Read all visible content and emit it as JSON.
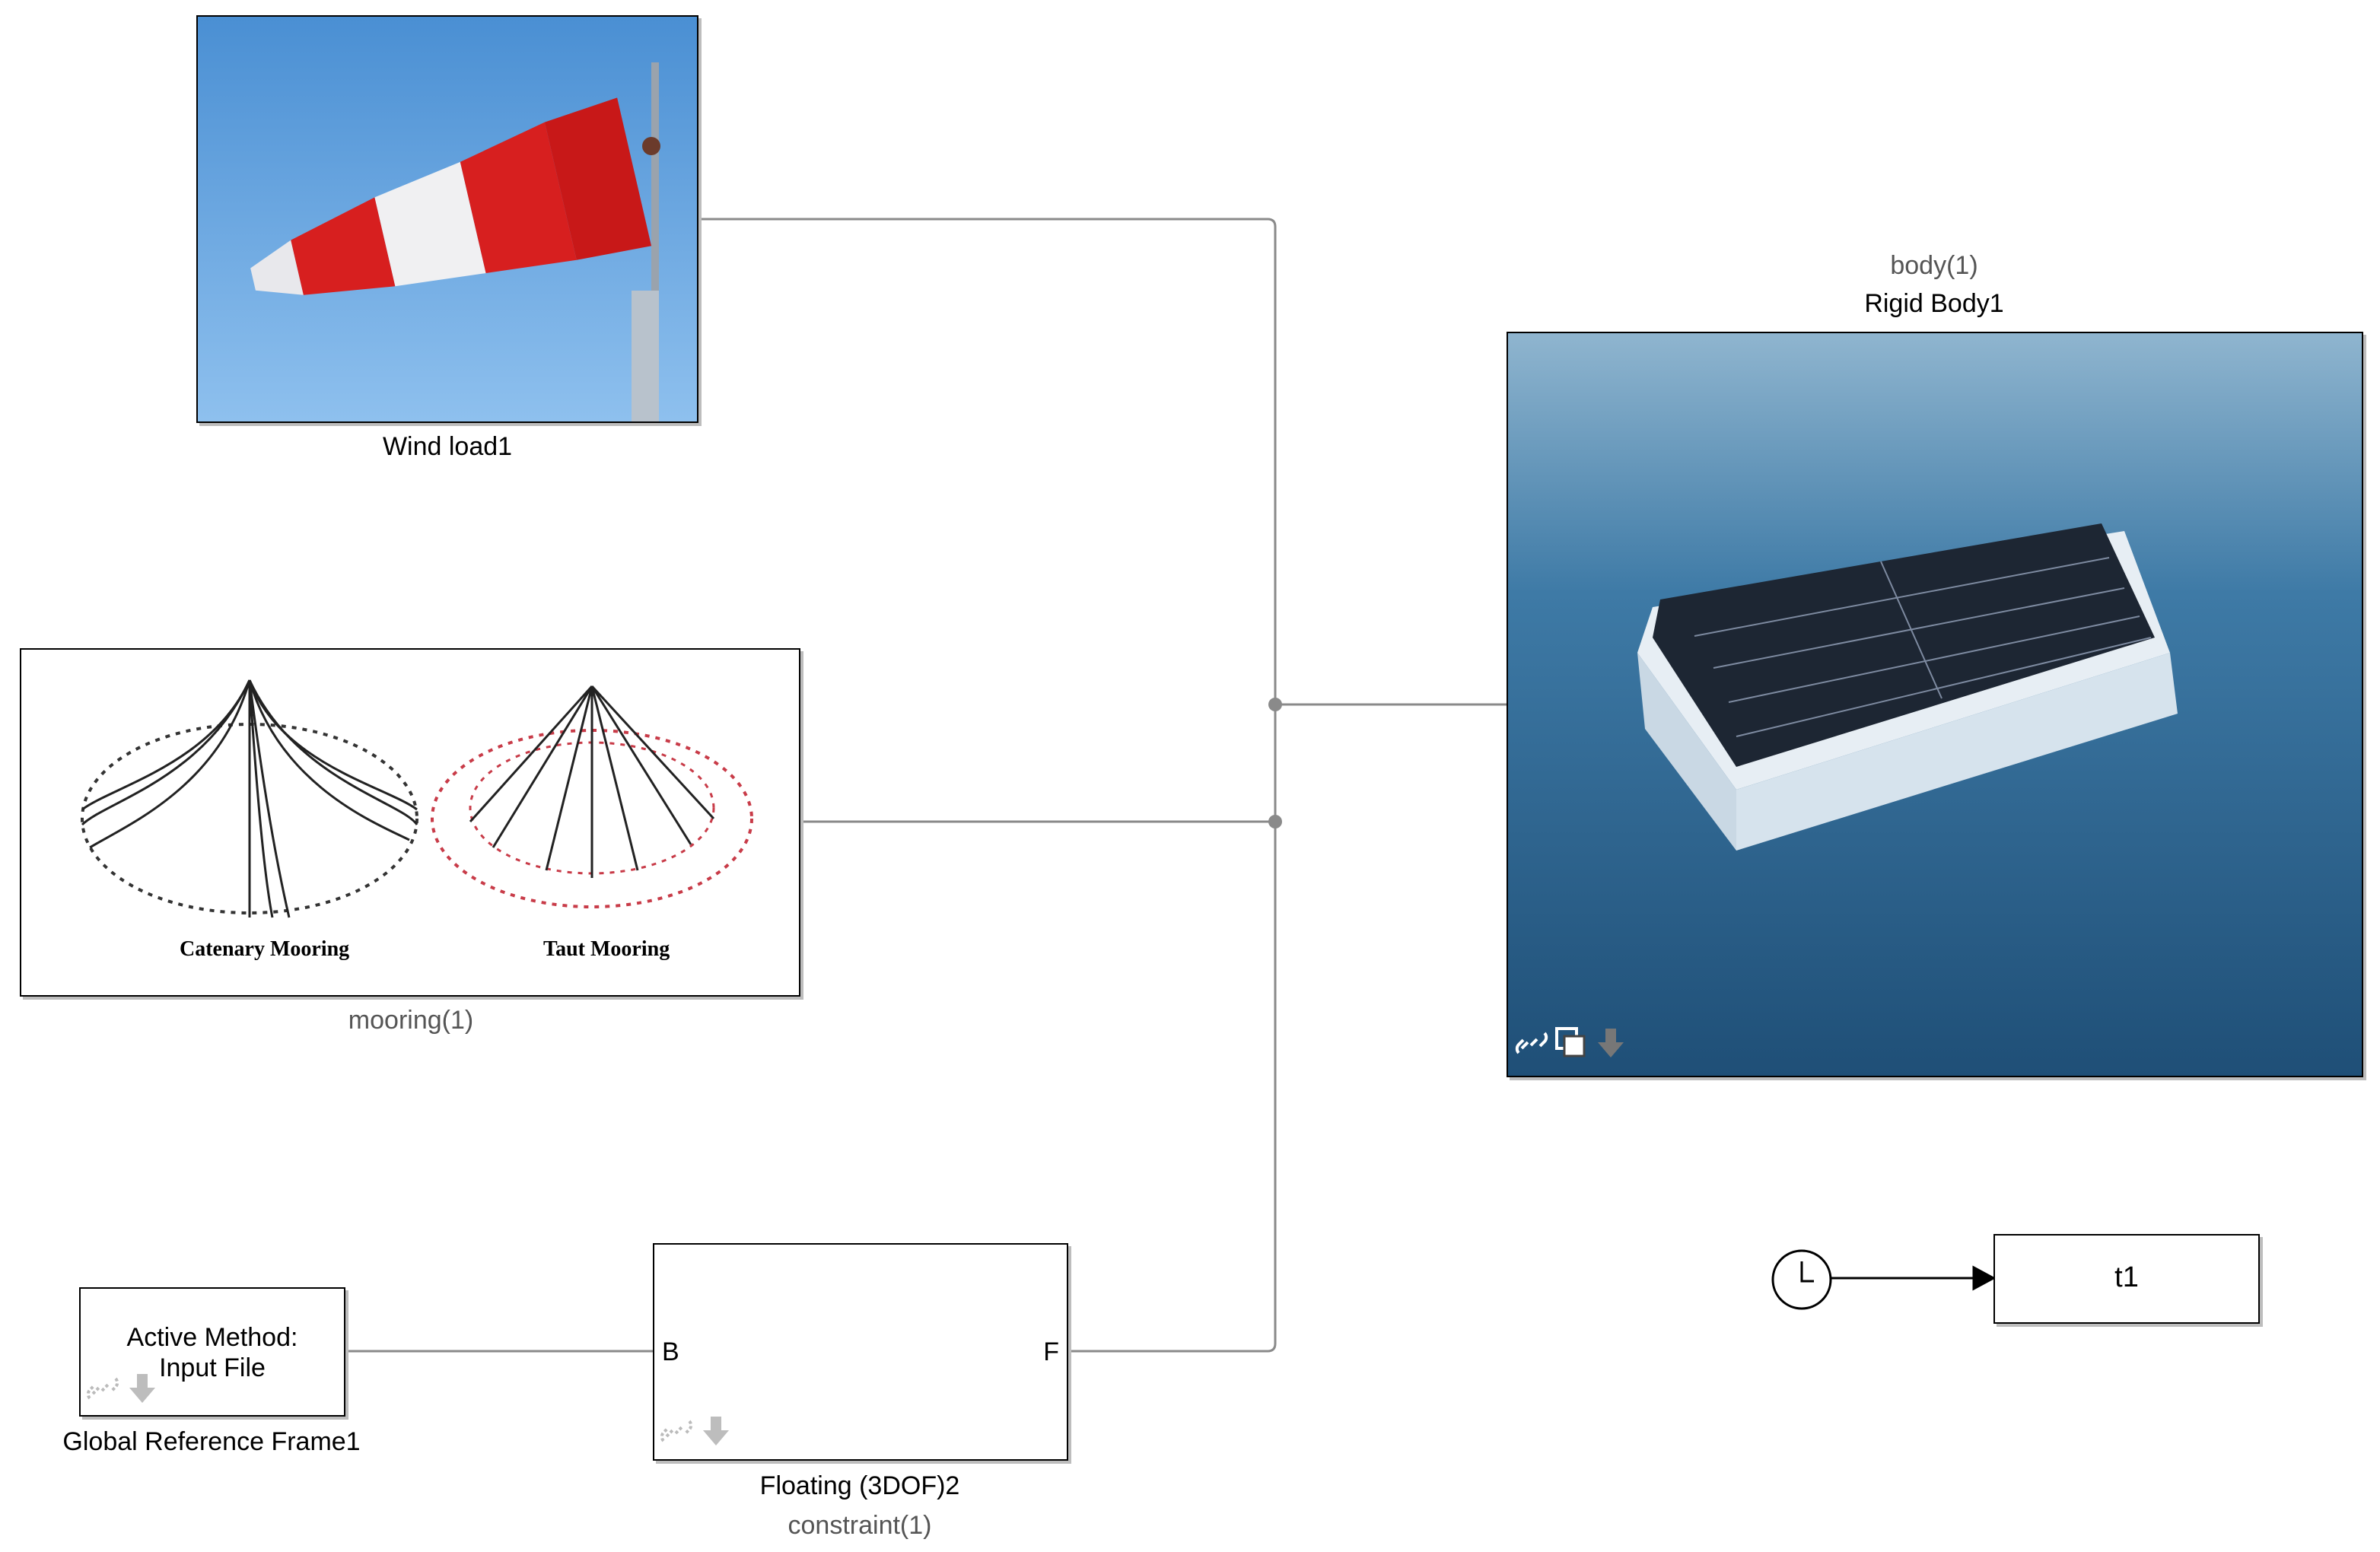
{
  "blocks": {
    "wind": {
      "label": "Wind load1"
    },
    "mooring": {
      "label": "mooring(1)",
      "caption_left": "Catenary Mooring",
      "caption_right": "Taut Mooring"
    },
    "rigid_body": {
      "label_top": "body(1)",
      "label": "Rigid Body1"
    },
    "global_frame": {
      "text_line1": "Active Method:",
      "text_line2": "Input File",
      "label": "Global Reference Frame1"
    },
    "floating": {
      "port_b": "B",
      "port_f": "F",
      "label": "Floating (3DOF)2",
      "label_bottom": "constraint(1)"
    },
    "display": {
      "text": "t1"
    }
  },
  "icons": [
    "broken-link-icon",
    "download-arrow-icon",
    "copy-icon",
    "clock-icon"
  ],
  "colors": {
    "wire": "#8a8a8a",
    "sky": "#5a9bd6",
    "sea": "#2f6996",
    "sock_red": "#d71f1f"
  }
}
